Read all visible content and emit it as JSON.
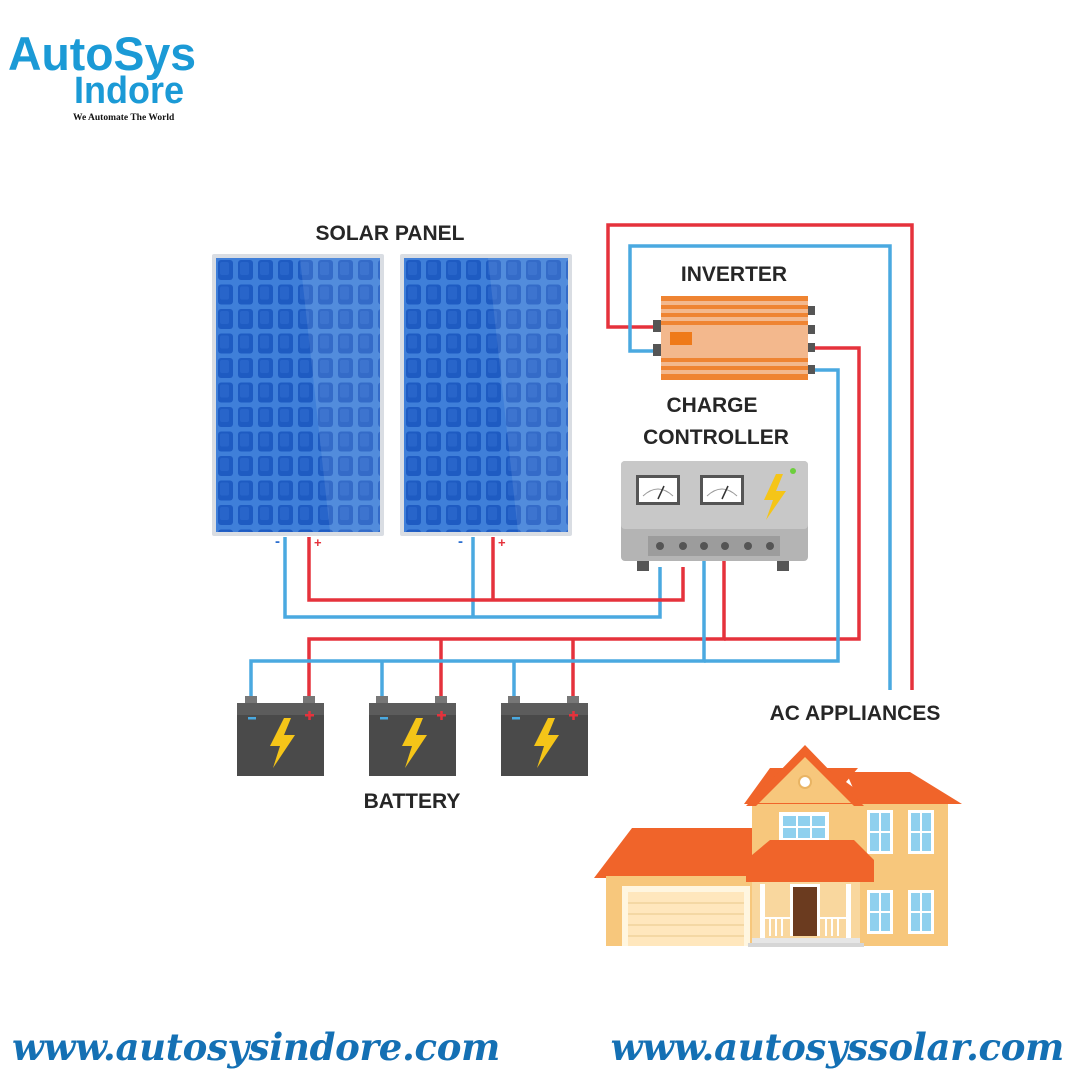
{
  "logo": {
    "line1": "AutoSys",
    "line2": "Indore",
    "tagline": "We Automate The World"
  },
  "diagram": {
    "solar_panel_label": "SOLAR PANEL",
    "inverter_label": "INVERTER",
    "charge_controller_label_line1": "CHARGE",
    "charge_controller_label_line2": "CONTROLLER",
    "ac_appliances_label": "AC APPLIANCES",
    "battery_label": "BATTERY",
    "minus_sign": "-",
    "plus_sign": "+"
  },
  "footer": {
    "url_left": "www.autosysindore.com",
    "url_right": "www.autosyssolar.com"
  },
  "colors": {
    "brand_blue": "#1b9ad6",
    "url_blue": "#1470b4",
    "wire_red": "#e5323c",
    "wire_blue": "#4aa9e0",
    "panel_blue": "#2461c4",
    "inverter_orange": "#f08a3a",
    "battery_gray": "#4a4a4a",
    "bolt_yellow": "#f5c518",
    "roof_orange": "#f0642a"
  }
}
